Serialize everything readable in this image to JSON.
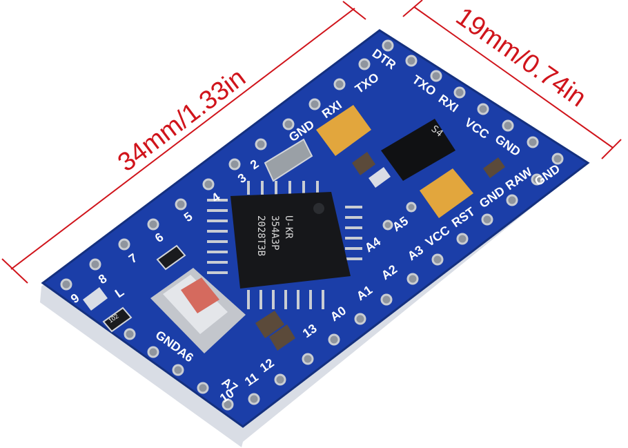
{
  "dimensions": {
    "length": "34mm/1.33in",
    "width": "19mm/0.74in"
  },
  "board": {
    "colors": {
      "pcb": "#1b3ea8",
      "pcb_dark": "#14307f",
      "edge": "#d9dde5",
      "dimension_line": "#d0141b"
    },
    "chip_marking": [
      "U-KR",
      "354A3P",
      "2028T3B"
    ],
    "regulator_marking": "S4",
    "resistor_marking": "102",
    "pins_left_row": [
      "2",
      "3",
      "4",
      "5",
      "6",
      "7",
      "8",
      "9"
    ],
    "pins_top_row": [
      "DTR",
      "TXO",
      "RXI",
      "VCC",
      "GND"
    ],
    "pins_top_labels_inner": [
      "GND",
      "RXI",
      "TXO"
    ],
    "pins_right_row": [
      "GND",
      "RAW",
      "GND",
      "RST",
      "VCC"
    ],
    "pins_analog": [
      "A5",
      "A4",
      "A3",
      "A2",
      "A1",
      "A0"
    ],
    "pins_bottom_row": [
      "13",
      "12",
      "11",
      "10"
    ],
    "misc_labels": [
      "A7",
      "A6",
      "GND",
      "L"
    ]
  }
}
